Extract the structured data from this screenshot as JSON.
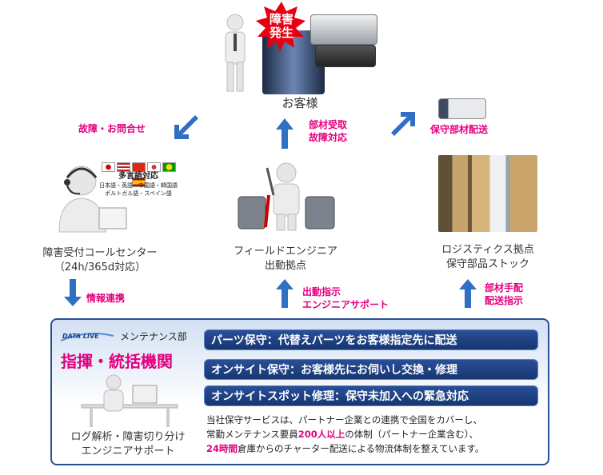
{
  "top": {
    "badge_line1": "障害",
    "badge_line2": "発生",
    "customer_label": "お客様"
  },
  "left_arrow_label": "故障・お問合せ",
  "center_arrow_top_label_1": "部材受取",
  "center_arrow_top_label_2": "故障対応",
  "right_arrow_label": "保守部材配送",
  "callcenter": {
    "multilang_title": "多言語対応",
    "multilang_line1": "日本語・英語・中国語・韓国語",
    "multilang_line2": "ポルトガル語・スペイン語",
    "label_line1": "障害受付コールセンター",
    "label_line2": "（24h/365d対応）"
  },
  "field": {
    "label_line1": "フィールドエンジニア",
    "label_line2": "出動拠点"
  },
  "logistics": {
    "label_line1": "ロジスティクス拠点",
    "label_line2": "保守部品ストック"
  },
  "lower_left_arrow_label": "情報連携",
  "lower_center_arrow_label_1": "出動指示",
  "lower_center_arrow_label_2": "エンジニアサポート",
  "lower_right_arrow_label_1": "部材手配",
  "lower_right_arrow_label_2": "配送指示",
  "hq": {
    "logo_text": "DATA LIVE",
    "dept": "メンテナンス部",
    "title": "指揮・統括機関",
    "caption_line1": "ログ解析・障害切り分け",
    "caption_line2": "エンジニアサポート"
  },
  "services": [
    "パーツ保守：代替えパーツをお客様指定先に配送",
    "オンサイト保守：お客様先にお伺いし交換・修理",
    "オンサイトスポット修理：保守未加入への緊急対応"
  ],
  "description": {
    "line1": "当社保守サービスは、パートナー企業との連携で全国をカバーし、",
    "line2_pre": "常勤メンテナンス要員",
    "line2_em": "200人以上",
    "line2_post": "の体制（パートナー企業含む）、",
    "line3_em": "24時間",
    "line3_post": "倉庫からのチャーター配送による物流体制を整えています。"
  },
  "colors": {
    "accent_pink": "#e4007f",
    "arrow_blue": "#2f6fc4",
    "service_bar": "#1e3f82",
    "panel_bg": "#dfe9f6"
  }
}
